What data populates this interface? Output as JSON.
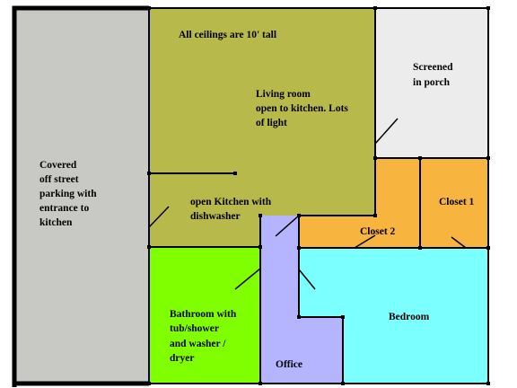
{
  "colors": {
    "background": "#ffffff",
    "parking": "#c8c8c4",
    "living_kitchen": "#b7b94a",
    "porch": "#ececec",
    "closets": "#f7b43f",
    "bathroom": "#80ff00",
    "office": "#b5b5ff",
    "bedroom": "#7cffff",
    "walls": "#000000"
  },
  "labels": {
    "ceilings_note": "All ceilings are 10' tall",
    "parking": [
      "Covered",
      "off street",
      "parking with",
      "entrance to",
      "kitchen"
    ],
    "living_room": [
      "Living room",
      "open to kitchen. Lots",
      "of light"
    ],
    "porch": [
      "Screened",
      "in porch"
    ],
    "kitchen": [
      "open Kitchen with",
      "dishwasher"
    ],
    "closet_1": "Closet 1",
    "closet_2": "Closet 2",
    "bathroom": [
      "Bathroom with",
      "tub/shower",
      "and washer /",
      "dryer"
    ],
    "bedroom": "Bedroom",
    "office": "Office"
  }
}
